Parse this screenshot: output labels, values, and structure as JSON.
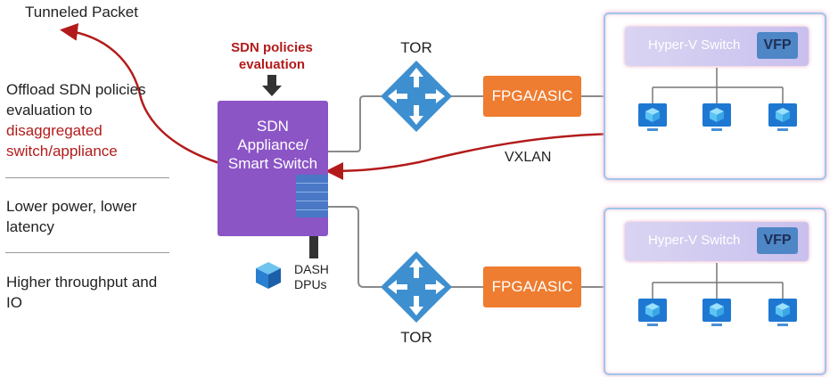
{
  "left_panel": {
    "tunneled_packet": "Tunneled Packet",
    "point1_line1": "Offload SDN policies",
    "point1_line2": "evaluation to",
    "point1_highlight_line1": "disaggregated",
    "point1_highlight_line2": "switch/appliance",
    "point2_line1": "Lower power, lower",
    "point2_line2": "latency",
    "point3_line1": "Higher throughput and",
    "point3_line2": "IO"
  },
  "sdn_policies": {
    "line1": "SDN policies",
    "line2": "evaluation"
  },
  "sdn_appliance": {
    "line1": "SDN",
    "line2": "Appliance/",
    "line3": "Smart Switch"
  },
  "dash": {
    "line1": "DASH",
    "line2": "DPUs"
  },
  "tor_top": "TOR",
  "tor_bottom": "TOR",
  "fpga_top": "FPGA/ASIC",
  "fpga_bottom": "FPGA/ASIC",
  "vxlan": "VXLAN",
  "host_top": {
    "switch_label": "Hyper-V Switch",
    "vfp_label": "VFP",
    "vm_count": 3
  },
  "host_bottom": {
    "switch_label": "Hyper-V Switch",
    "vfp_label": "VFP",
    "vm_count": 3
  },
  "colors": {
    "sdn_box": "#8b55c6",
    "tor": "#3e8fd0",
    "fpga": "#ee7d31",
    "vfp": "#4e86c6",
    "arrow_red": "#b31b1b",
    "vm": "#1e78d2"
  }
}
